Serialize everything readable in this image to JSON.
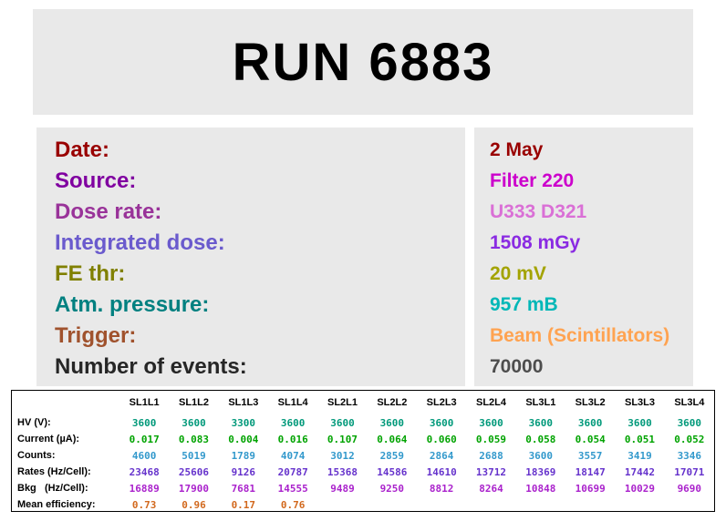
{
  "title": "RUN 6883",
  "info": {
    "rows": [
      {
        "label": "Date:",
        "value": "2 May",
        "labelColor": "#990000",
        "valueColor": "#990000"
      },
      {
        "label": "Source:",
        "value": "Filter 220",
        "labelColor": "#8000a0",
        "valueColor": "#cc00cc"
      },
      {
        "label": "Dose rate:",
        "value": "U333 D321",
        "labelColor": "#993399",
        "valueColor": "#da70d6"
      },
      {
        "label": "Integrated dose:",
        "value": "1508 mGy",
        "labelColor": "#6a5acd",
        "valueColor": "#8a2be2"
      },
      {
        "label": "FE thr:",
        "value": "20 mV",
        "labelColor": "#808000",
        "valueColor": "#a3a300"
      },
      {
        "label": "Atm. pressure:",
        "value": "957 mB",
        "labelColor": "#008080",
        "valueColor": "#00b7b7"
      },
      {
        "label": "Trigger:",
        "value": "Beam (Scintillators)",
        "labelColor": "#a0522d",
        "valueColor": "#ffa351"
      },
      {
        "label": "Number of events:",
        "value": "70000",
        "labelColor": "#262626",
        "valueColor": "#4d4d4d"
      }
    ]
  },
  "table": {
    "columns": [
      "SL1L1",
      "SL1L2",
      "SL1L3",
      "SL1L4",
      "SL2L1",
      "SL2L2",
      "SL2L3",
      "SL2L4",
      "SL3L1",
      "SL3L2",
      "SL3L3",
      "SL3L4"
    ],
    "rows": [
      {
        "label": "HV (V):",
        "color": "#00997a",
        "values": [
          "3600",
          "3600",
          "3300",
          "3600",
          "3600",
          "3600",
          "3600",
          "3600",
          "3600",
          "3600",
          "3600",
          "3600"
        ]
      },
      {
        "label": "Current (µA):",
        "color": "#00a300",
        "values": [
          "0.017",
          "0.083",
          "0.004",
          "0.016",
          "0.107",
          "0.064",
          "0.060",
          "0.059",
          "0.058",
          "0.054",
          "0.051",
          "0.052"
        ]
      },
      {
        "label": "Counts:",
        "color": "#3399cc",
        "values": [
          "4600",
          "5019",
          "1789",
          "4074",
          "3012",
          "2859",
          "2864",
          "2688",
          "3600",
          "3557",
          "3419",
          "3346"
        ]
      },
      {
        "label": "Rates (Hz/Cell):",
        "color": "#6633cc",
        "values": [
          "23468",
          "25606",
          "9126",
          "20787",
          "15368",
          "14586",
          "14610",
          "13712",
          "18369",
          "18147",
          "17442",
          "17071"
        ]
      },
      {
        "label": "Bkg   (Hz/Cell):",
        "color": "#aa22cc",
        "values": [
          "16889",
          "17900",
          "7681",
          "14555",
          "9489",
          "9250",
          "8812",
          "8264",
          "10848",
          "10699",
          "10029",
          "9690"
        ]
      },
      {
        "label": "Mean efficiency:",
        "color": "#d2691e",
        "values": [
          "0.73",
          "0.96",
          "0.17",
          "0.76",
          "",
          "",
          "",
          "",
          "",
          "",
          "",
          ""
        ]
      }
    ]
  }
}
